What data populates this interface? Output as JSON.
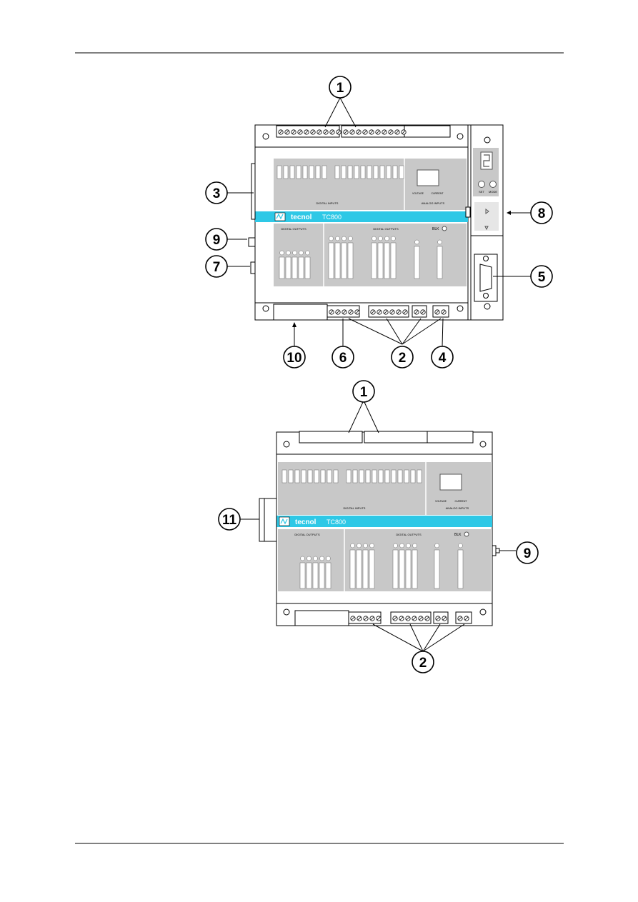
{
  "page": {
    "accent_color": "#2ec8e6",
    "panel_color": "#c8c8c8",
    "line_color": "#000000"
  },
  "device_top": {
    "brand": "tecnol",
    "model": "TC800",
    "digital_inputs_label": "DIGITAL INPUTS",
    "analog_inputs_label": "ANALOG INPUTS",
    "digital_outputs_left_label": "DIGITAL OUTPUTS",
    "digital_outputs_right_label": "DIGITAL OUTPUTS",
    "blk_label": "BLK",
    "voltage_label": "VOLTAGE",
    "current_label": "CURRENT",
    "set_label": "SET",
    "mode_label": "MODE"
  },
  "device_bottom": {
    "brand": "tecnol",
    "model": "TC800",
    "digital_inputs_label": "DIGITAL INPUTS",
    "analog_inputs_label": "ANALOG INPUTS",
    "digital_outputs_left_label": "DIGITAL OUTPUTS",
    "digital_outputs_right_label": "DIGITAL OUTPUTS",
    "blk_label": "BLK",
    "voltage_label": "VOLTAGE",
    "current_label": "CURRENT"
  },
  "callouts_top": [
    "1",
    "3",
    "9",
    "7",
    "8",
    "5",
    "10",
    "6",
    "2",
    "4"
  ],
  "callouts_bottom": [
    "1",
    "11",
    "9",
    "2"
  ]
}
